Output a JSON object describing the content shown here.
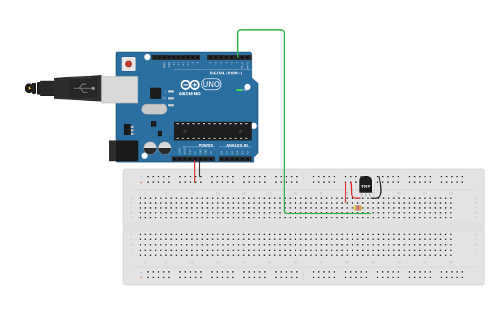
{
  "scene": {
    "description": "Circuit design canvas"
  },
  "arduino": {
    "brand": "ARDUINO",
    "model": "UNO",
    "on_label": "ON",
    "led_labels": [
      "L",
      "TX",
      "RX"
    ],
    "digital_header_label": "DIGITAL (PWM~)",
    "digital_pins": [
      "AREF",
      "GND",
      "13",
      "12",
      "~11",
      "~10",
      "~9",
      "8",
      "7",
      "~6",
      "~5",
      "4",
      "~3",
      "2",
      "TX→1",
      "RX←0"
    ],
    "power_header_label": "POWER",
    "power_pins": [
      "IOREF",
      "RESET",
      "3.3V",
      "5V",
      "GND",
      "GND",
      "Vin"
    ],
    "analog_header_label": "ANALOG IN",
    "analog_pins": [
      "A0",
      "A1",
      "A2",
      "A3",
      "A4",
      "A5"
    ],
    "colors": {
      "board": "#2b6ea0",
      "board_edge": "#1f5a86",
      "header": "#2a2a2a",
      "reset": "#c0392b"
    }
  },
  "usb_cable": {
    "icon": "usb-icon"
  },
  "breadboard": {
    "columns": 60,
    "rows_top": [
      "A",
      "B",
      "C",
      "D",
      "E"
    ],
    "rows_bottom": [
      "F",
      "G",
      "H",
      "I",
      "J"
    ],
    "column_labels": [
      "1",
      "5",
      "10",
      "15",
      "20",
      "25",
      "30",
      "35",
      "40",
      "45",
      "50",
      "55",
      "60"
    ],
    "rail_minus": "−",
    "rail_plus": "+",
    "colors": {
      "body": "#e3e3e3",
      "hole": "#3a3a3a",
      "label": "#b9b9b9",
      "minus": "#7fa6d6",
      "plus": "#e08a8a"
    }
  },
  "tmp_sensor": {
    "label": "TMP"
  },
  "resistor": {
    "bands": [
      "#e8c81a",
      "#7d2a8e",
      "#c0392b",
      "#c9a23a"
    ]
  },
  "wires": [
    {
      "name": "signal-wire",
      "color": "#3db54a"
    },
    {
      "name": "power-5v-wire",
      "color": "#e02020"
    },
    {
      "name": "ground-wire",
      "color": "#222222"
    },
    {
      "name": "sensor-vcc-wire-1",
      "color": "#e02020"
    },
    {
      "name": "sensor-vcc-wire-2",
      "color": "#e02020"
    },
    {
      "name": "sensor-gnd-wire",
      "color": "#222222"
    }
  ]
}
